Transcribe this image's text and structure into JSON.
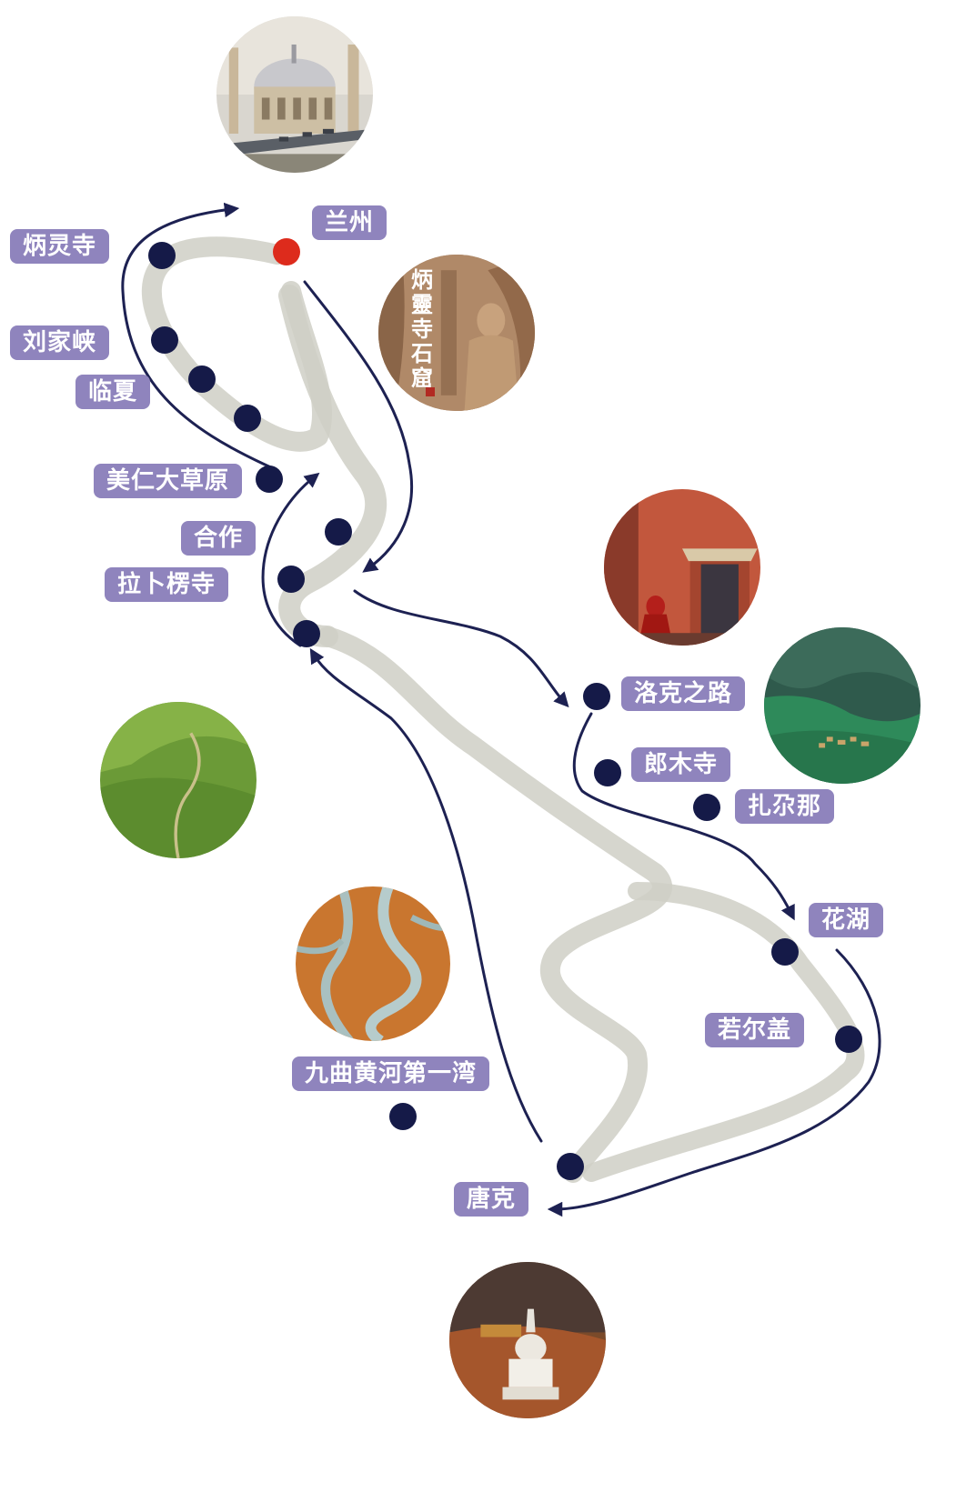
{
  "map": {
    "colors": {
      "label_bg": "#8f84bd",
      "label_text": "#ffffff",
      "dot": "#151a48",
      "start_dot": "#dd2b1c",
      "arrow": "#1d2152",
      "river_ink": "#cfcfc6"
    },
    "stops": [
      {
        "id": "lanzhou",
        "label": "兰州",
        "type": "start"
      },
      {
        "id": "binglingsi",
        "label": "炳灵寺"
      },
      {
        "id": "liujiaxia",
        "label": "刘家峡"
      },
      {
        "id": "linxia",
        "label": "临夏"
      },
      {
        "id": "meiren",
        "label": "美仁大草原"
      },
      {
        "id": "hezuo",
        "label": "合作"
      },
      {
        "id": "labuleng",
        "label": "拉卜楞寺"
      },
      {
        "id": "luoke",
        "label": "洛克之路"
      },
      {
        "id": "langmusi",
        "label": "郎木寺"
      },
      {
        "id": "zhagana",
        "label": "扎尕那"
      },
      {
        "id": "huahu",
        "label": "花湖"
      },
      {
        "id": "ruoergai",
        "label": "若尔盖"
      },
      {
        "id": "jiuqu",
        "label": "九曲黄河第一湾"
      },
      {
        "id": "tangke",
        "label": "唐克"
      }
    ],
    "photos": [
      {
        "id": "mosque-photo",
        "subject": "mosque"
      },
      {
        "id": "grotto-photo",
        "subject": "buddha-grotto",
        "overlay_text": [
          "炳",
          "靈",
          "寺",
          "石",
          "窟"
        ]
      },
      {
        "id": "monastery-photo",
        "subject": "red-monastery-wall"
      },
      {
        "id": "valley-photo",
        "subject": "green-valley-village"
      },
      {
        "id": "grassland-photo",
        "subject": "grassland-road"
      },
      {
        "id": "meander-photo",
        "subject": "river-meanders"
      },
      {
        "id": "stupa-photo",
        "subject": "white-stupa"
      }
    ]
  }
}
